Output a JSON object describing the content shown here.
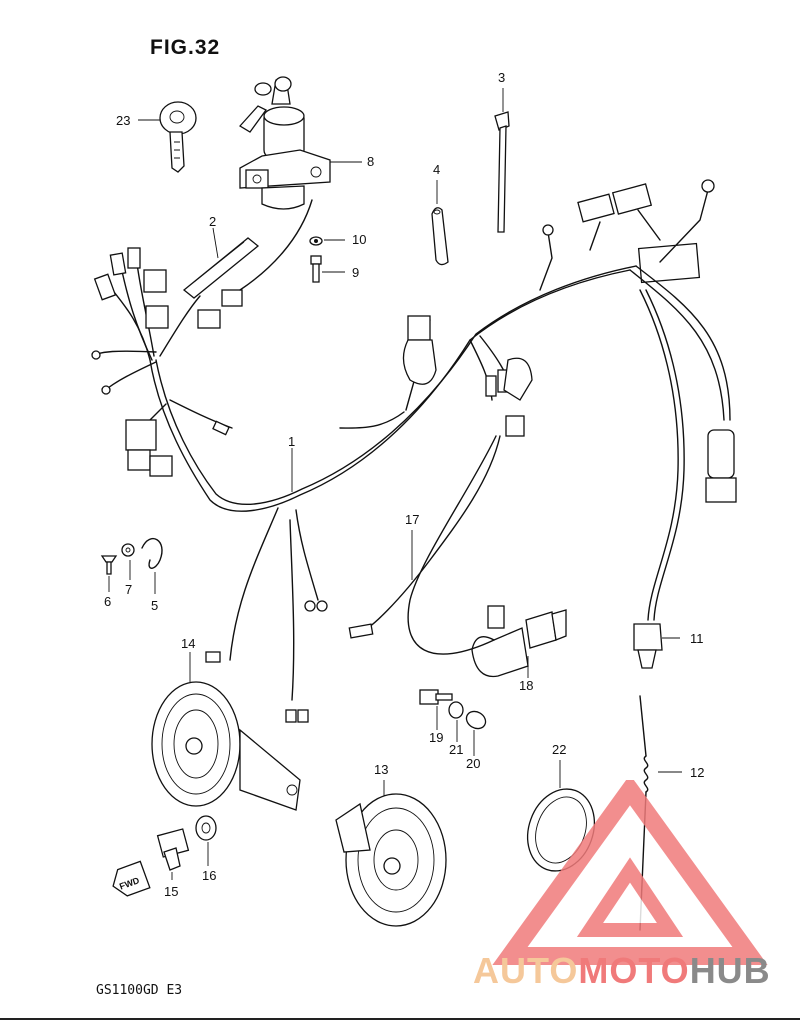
{
  "figure": {
    "title": "FIG.32",
    "model_code": "GS1100GD E3"
  },
  "direction_arrow": {
    "label": "FWD"
  },
  "callouts": [
    "1",
    "2",
    "3",
    "4",
    "5",
    "6",
    "7",
    "8",
    "9",
    "10",
    "11",
    "12",
    "13",
    "14",
    "15",
    "16",
    "17",
    "18",
    "19",
    "20",
    "21",
    "22",
    "23"
  ],
  "watermark": {
    "part1": "AUTO",
    "part2": "MOTO",
    "part3": "HUB",
    "colors": {
      "auto": "#f5c89a",
      "moto": "#f07a7a",
      "hub": "#8a8a8a",
      "triangle": "#f07a7a"
    }
  }
}
